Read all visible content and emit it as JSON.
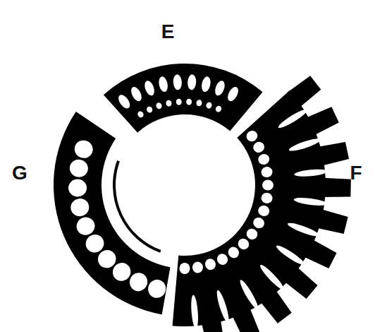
{
  "diagram": {
    "labels": [
      "E",
      "F",
      "G"
    ]
  }
}
